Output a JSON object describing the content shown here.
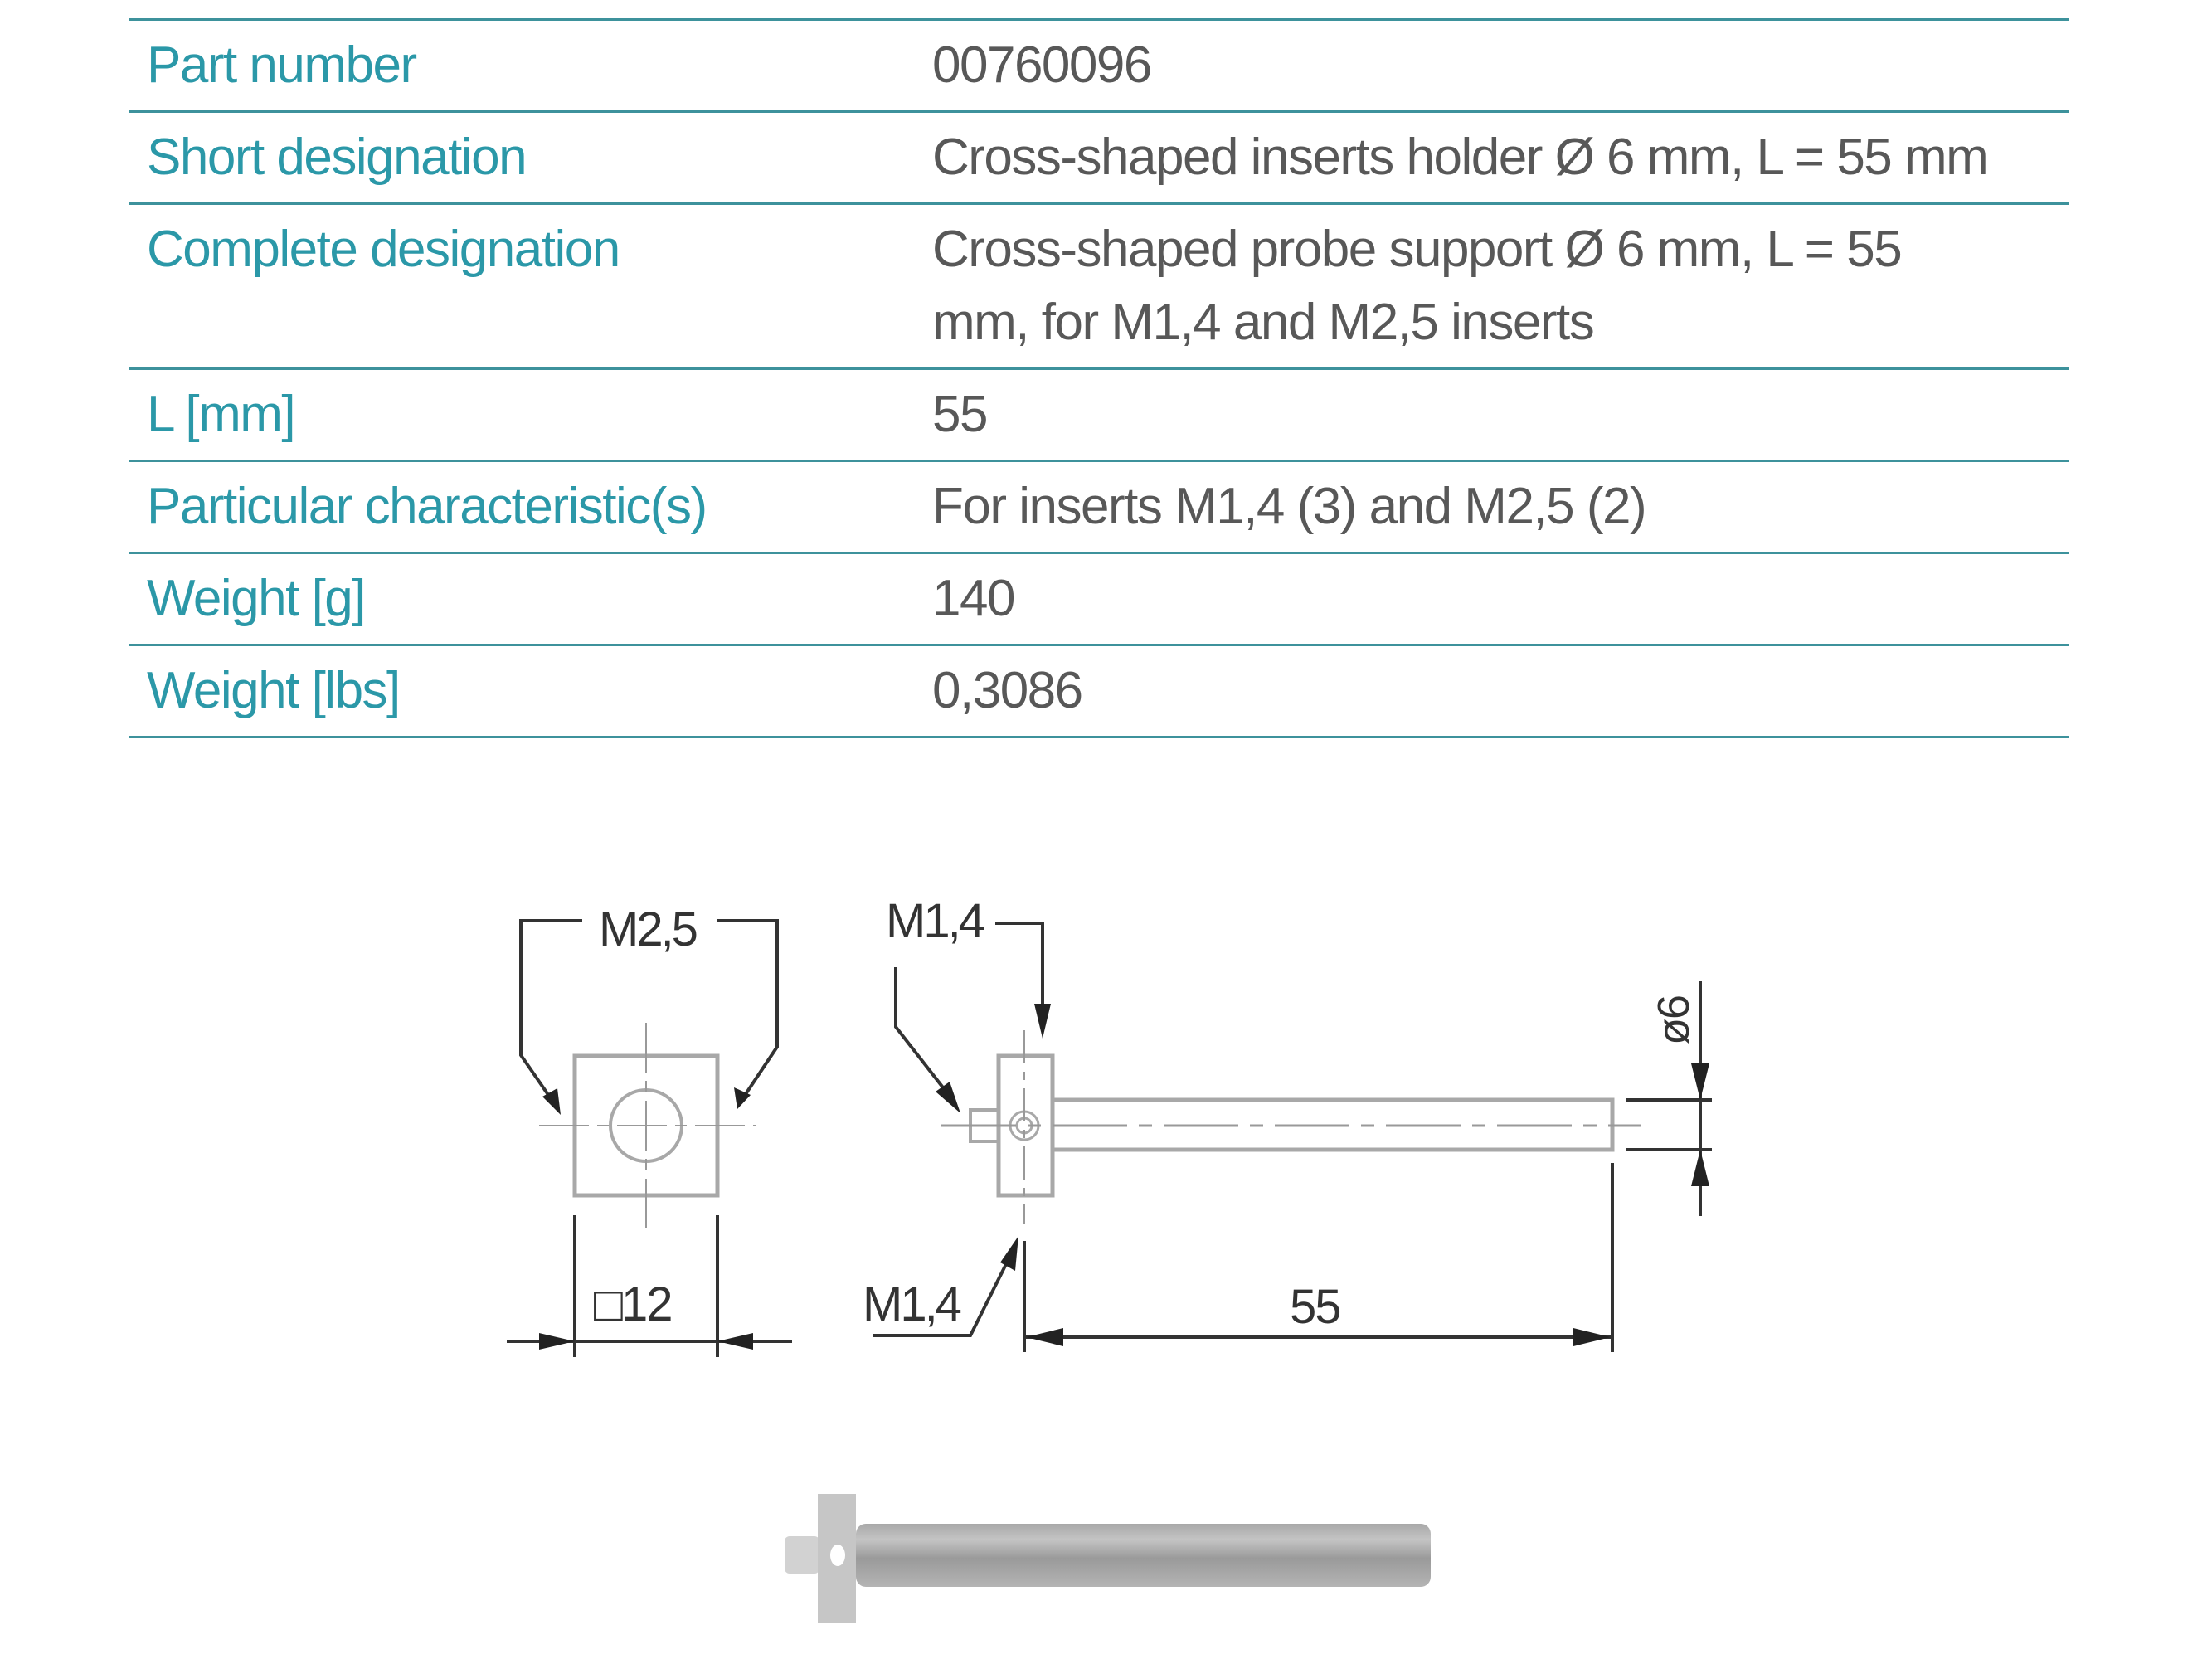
{
  "spec_table": {
    "rows": [
      {
        "label": "Part number",
        "value": "00760096"
      },
      {
        "label": "Short designation",
        "value": "Cross-shaped inserts holder Ø 6 mm, L = 55 mm"
      },
      {
        "label": "Complete designation",
        "value": "Cross-shaped probe support Ø 6 mm, L = 55 mm, for M1,4 and M2,5 inserts"
      },
      {
        "label": "L [mm]",
        "value": "55"
      },
      {
        "label": "Particular characteristic(s)",
        "value": "For inserts M1,4 (3) and M2,5 (2)"
      },
      {
        "label": "Weight [g]",
        "value": "140"
      },
      {
        "label": "Weight [lbs]",
        "value": "0,3086"
      }
    ]
  },
  "drawing": {
    "front_view": {
      "thread_label": "M2,5",
      "square_dim_label": "□12"
    },
    "side_view": {
      "thread_label_top": "M1,4",
      "thread_label_bottom": "M1,4",
      "length_label": "55",
      "diameter_label": "ø6"
    }
  },
  "colors": {
    "label_teal": "#2b98a8",
    "rule_teal": "#3d929c",
    "value_gray": "#585858"
  }
}
